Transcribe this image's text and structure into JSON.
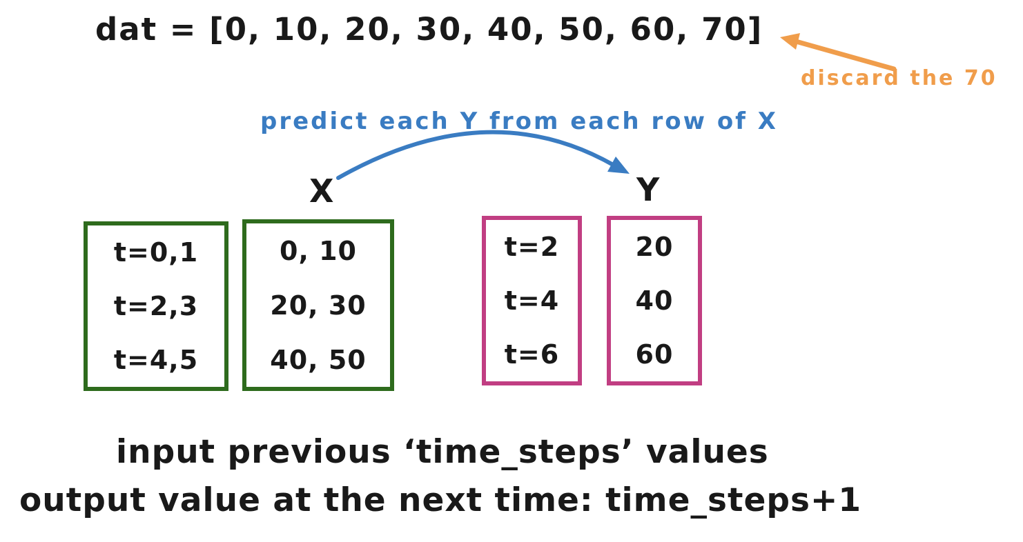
{
  "colors": {
    "ink": "#191919",
    "green": "#2e6b1d",
    "pink": "#c13e82",
    "blue": "#3a7cc2",
    "orange": "#f09d4b"
  },
  "header": {
    "code_line": "dat = [0, 10, 20, 30, 40, 50, 60, 70]"
  },
  "annotations": {
    "discard_note": "discard the 70",
    "predict_note": "predict each Y from each row of X"
  },
  "matrix": {
    "x_label": "X",
    "y_label": "Y",
    "x_time_rows": [
      "t=0,1",
      "t=2,3",
      "t=4,5"
    ],
    "x_value_rows": [
      "0, 10",
      "20, 30",
      "40, 50"
    ],
    "y_time_rows": [
      "t=2",
      "t=4",
      "t=6"
    ],
    "y_value_rows": [
      "20",
      "40",
      "60"
    ]
  },
  "caption": {
    "line1": "input previous ‘time_steps’ values",
    "line2": "output value at the next time: time_steps+1"
  }
}
